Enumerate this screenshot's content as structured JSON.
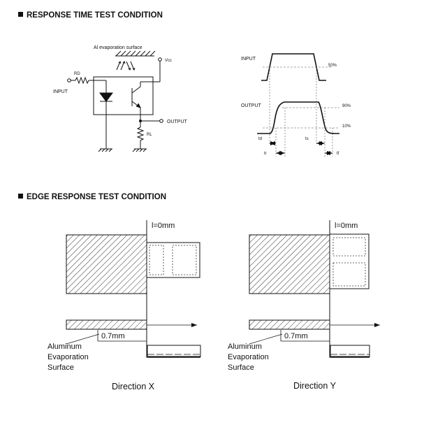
{
  "headings": {
    "response_time": "RESPONSE TIME TEST CONDITION",
    "edge_response": "EDGE RESPONSE TEST CONDITION"
  },
  "circuit": {
    "surface_label": "Al evaporation surface",
    "vcc_label": "Vcc",
    "rd_label": "RD",
    "input_label": "INPUT",
    "output_label": "OUTPUT",
    "rl_label": "RL"
  },
  "timing": {
    "input_label": "INPUT",
    "output_label": "OUTPUT",
    "level_50": "50%",
    "level_90": "90%",
    "level_10": "10%",
    "td": "td",
    "tr": "tr",
    "ts": "ts",
    "tf": "tf"
  },
  "edge_x": {
    "position_label": "l=0mm",
    "gap_label": "0.7mm",
    "surface_label_lines": [
      "Aluminum",
      "Evaporation",
      "Surface"
    ],
    "direction_label": "Direction X"
  },
  "edge_y": {
    "position_label": "l=0mm",
    "gap_label": "0.7mm",
    "surface_label_lines": [
      "Aluminum",
      "Evaporation",
      "Surface"
    ],
    "direction_label": "Direction Y"
  }
}
